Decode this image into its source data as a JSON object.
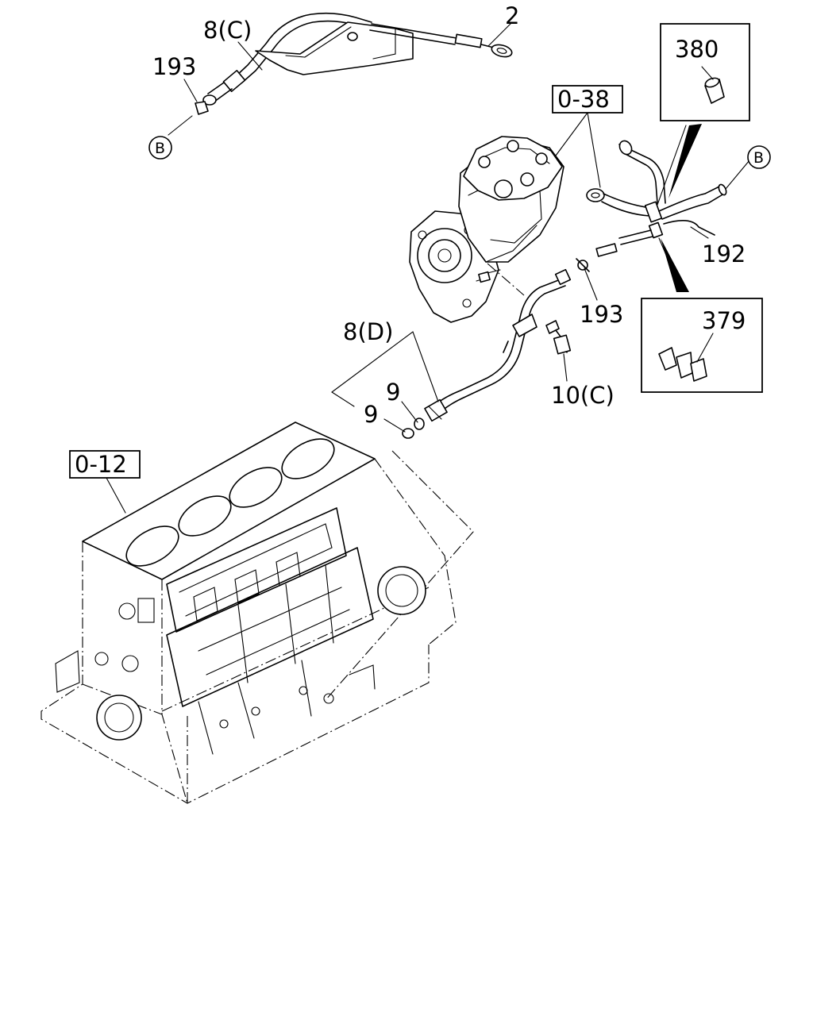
{
  "labels": {
    "p2": "2",
    "p8c": "8(C)",
    "p193_top": "193",
    "b_top": "B",
    "p0_38": "0-38",
    "p380": "380",
    "b_right": "B",
    "p192": "192",
    "p193_mid": "193",
    "p379": "379",
    "p8d": "8(D)",
    "p9a": "9",
    "p9b": "9",
    "p10c": "10(C)",
    "p0_12": "0-12"
  }
}
